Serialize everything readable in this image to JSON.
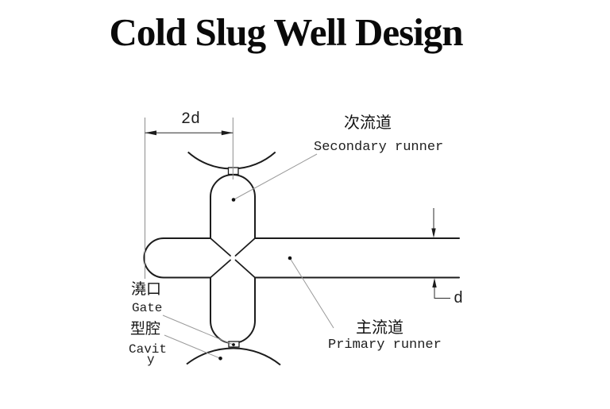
{
  "title": "Cold Slug Well Design",
  "dimensions": {
    "well_width": "2d",
    "runner_diameter": "d"
  },
  "labels": {
    "secondary_runner": {
      "cn": "次流道",
      "en": "Secondary runner"
    },
    "primary_runner": {
      "cn": "主流道",
      "en": "Primary runner"
    },
    "gate": {
      "cn": "澆口",
      "en": "Gate"
    },
    "cavity": {
      "cn": "型腔",
      "en_line1": "Cavit",
      "en_line2": "y"
    }
  },
  "colors": {
    "outline": "#1c1c1c",
    "dimension": "#2b2b2b",
    "extension": "#8c8c8c",
    "leader": "#9a9a9a",
    "text": "#141414",
    "background": "#ffffff"
  }
}
